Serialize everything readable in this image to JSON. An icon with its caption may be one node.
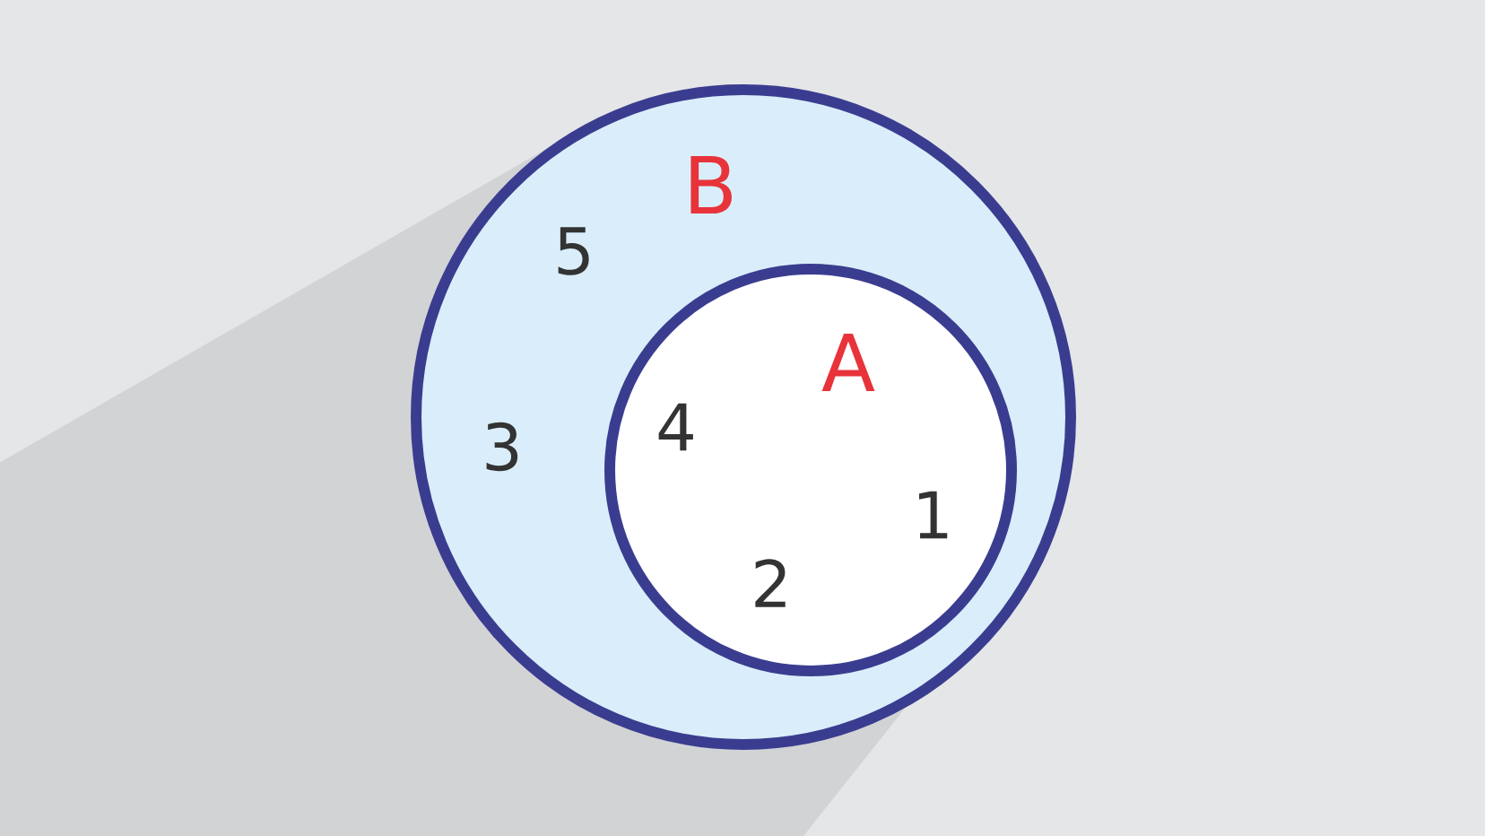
{
  "diagram": {
    "nodes": [
      {
        "text": [
          "B",
          "5",
          "3"
        ]
      },
      {
        "text": [
          "A",
          "4",
          "1",
          "2"
        ],
        "in": 0
      }
    ]
  }
}
